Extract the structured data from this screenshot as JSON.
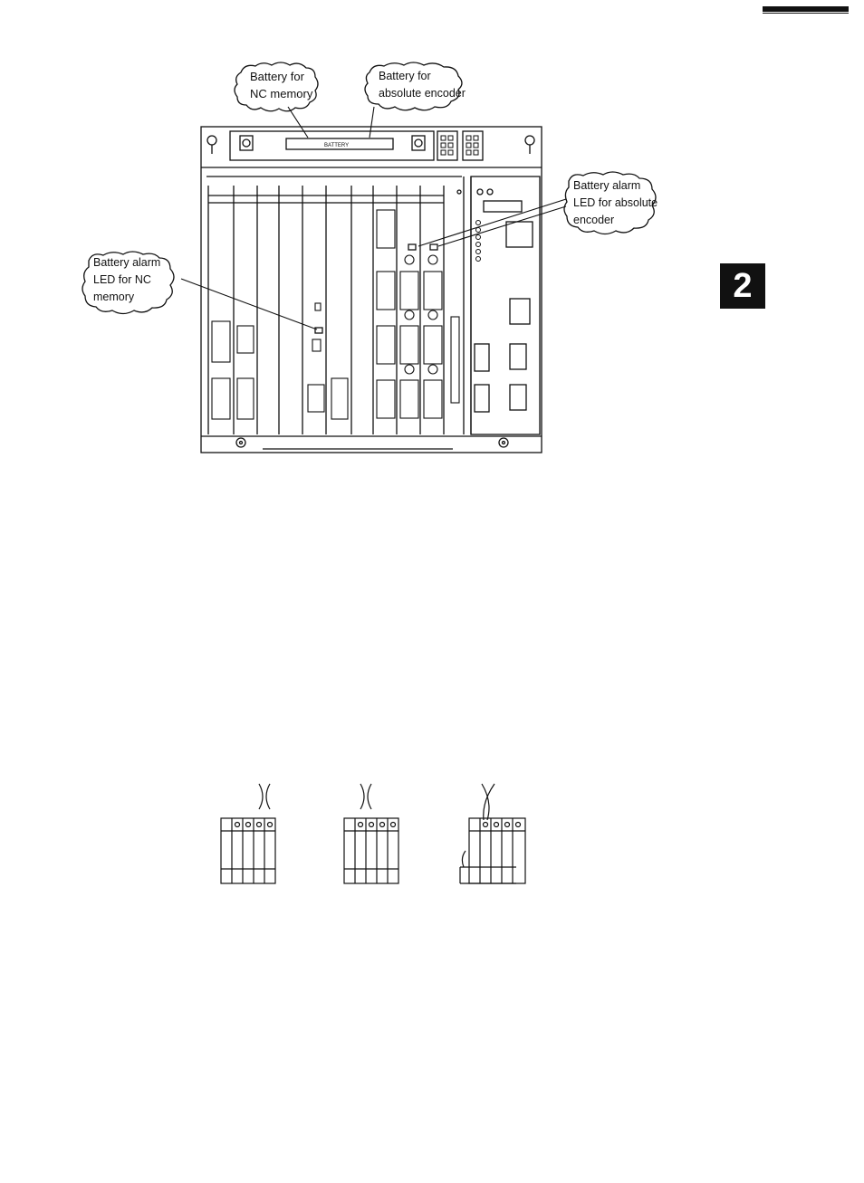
{
  "chapter_tab": "2",
  "callouts": {
    "nc_battery": [
      "Battery for",
      "NC memory"
    ],
    "encoder_battery": [
      "Battery for",
      "absolute encoder"
    ],
    "encoder_alarm_led": [
      "Battery alarm",
      "LED for absolute",
      "encoder"
    ],
    "nc_alarm_led": [
      "Battery alarm",
      "LED for NC",
      "memory"
    ]
  },
  "unit_labels": {
    "battery_holder": "BATTERY"
  },
  "colors": {
    "ink": "#111111",
    "paper": "#ffffff",
    "chapter_tab_bg": "#111111",
    "chapter_tab_text": "#ffffff"
  }
}
